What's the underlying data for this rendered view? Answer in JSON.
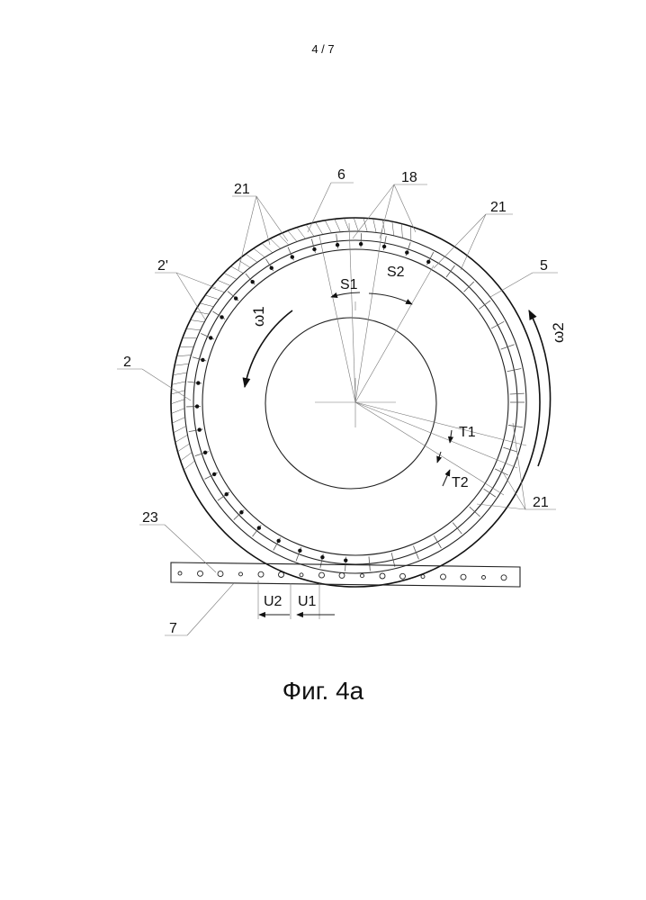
{
  "page_number": "4 / 7",
  "caption": "Фиг. 4a",
  "labels": {
    "l6": "6",
    "l18": "18",
    "l21_top_left": "21",
    "l21_top_right": "21",
    "l21_bottom_right": "21",
    "l5": "5",
    "l2prime": "2'",
    "l2": "2",
    "l23": "23",
    "l7": "7",
    "s1": "S1",
    "s2": "S2",
    "t1": "T1",
    "t2": "T2",
    "u1": "U1",
    "u2": "U2",
    "omega1": "ω1",
    "omega2": "ω2"
  }
}
